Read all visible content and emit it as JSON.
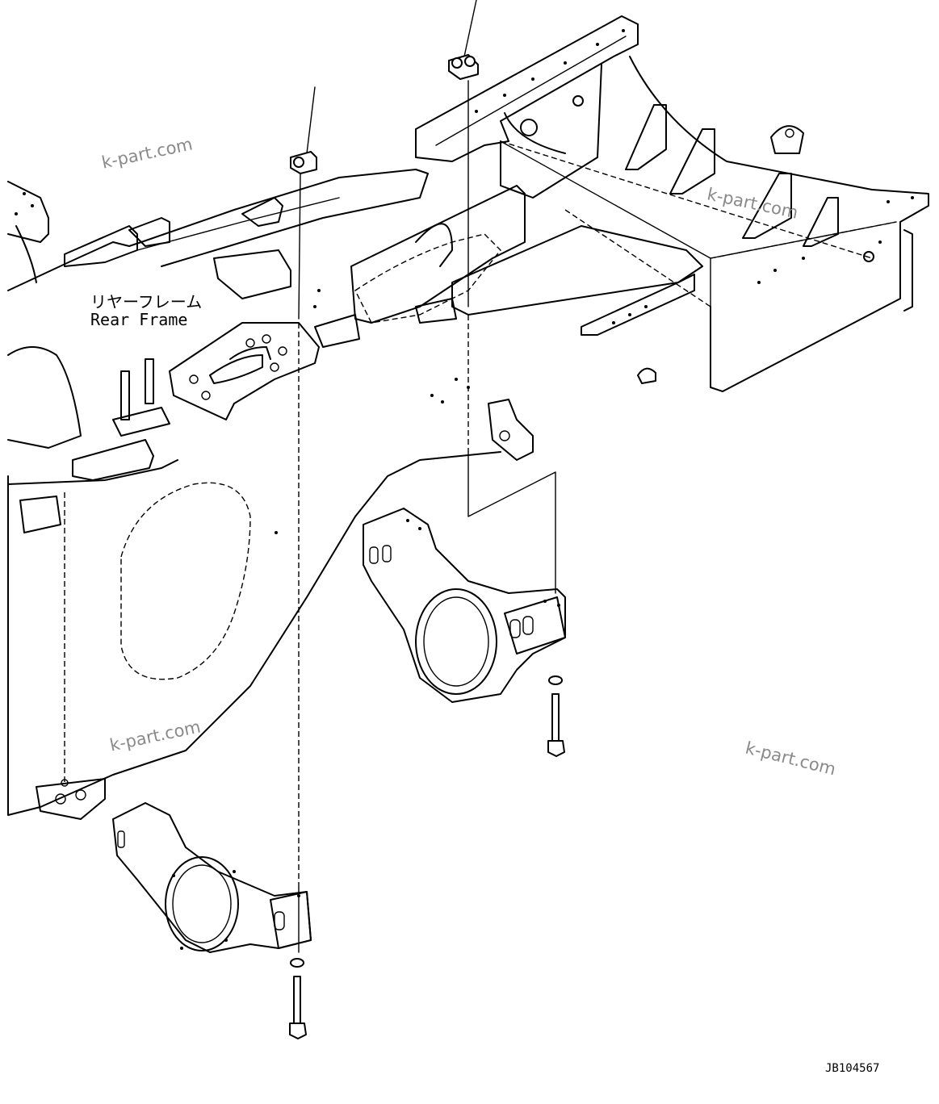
{
  "label": {
    "japanese": "リヤーフレーム",
    "english": "Rear Frame"
  },
  "drawing_code": "JB104567",
  "watermarks": [
    "k-part.com",
    "k-part.com",
    "k-part.com",
    "k-part.com"
  ],
  "colors": {
    "line": "#000000",
    "background": "#ffffff",
    "watermark": "#8a8a8a"
  }
}
